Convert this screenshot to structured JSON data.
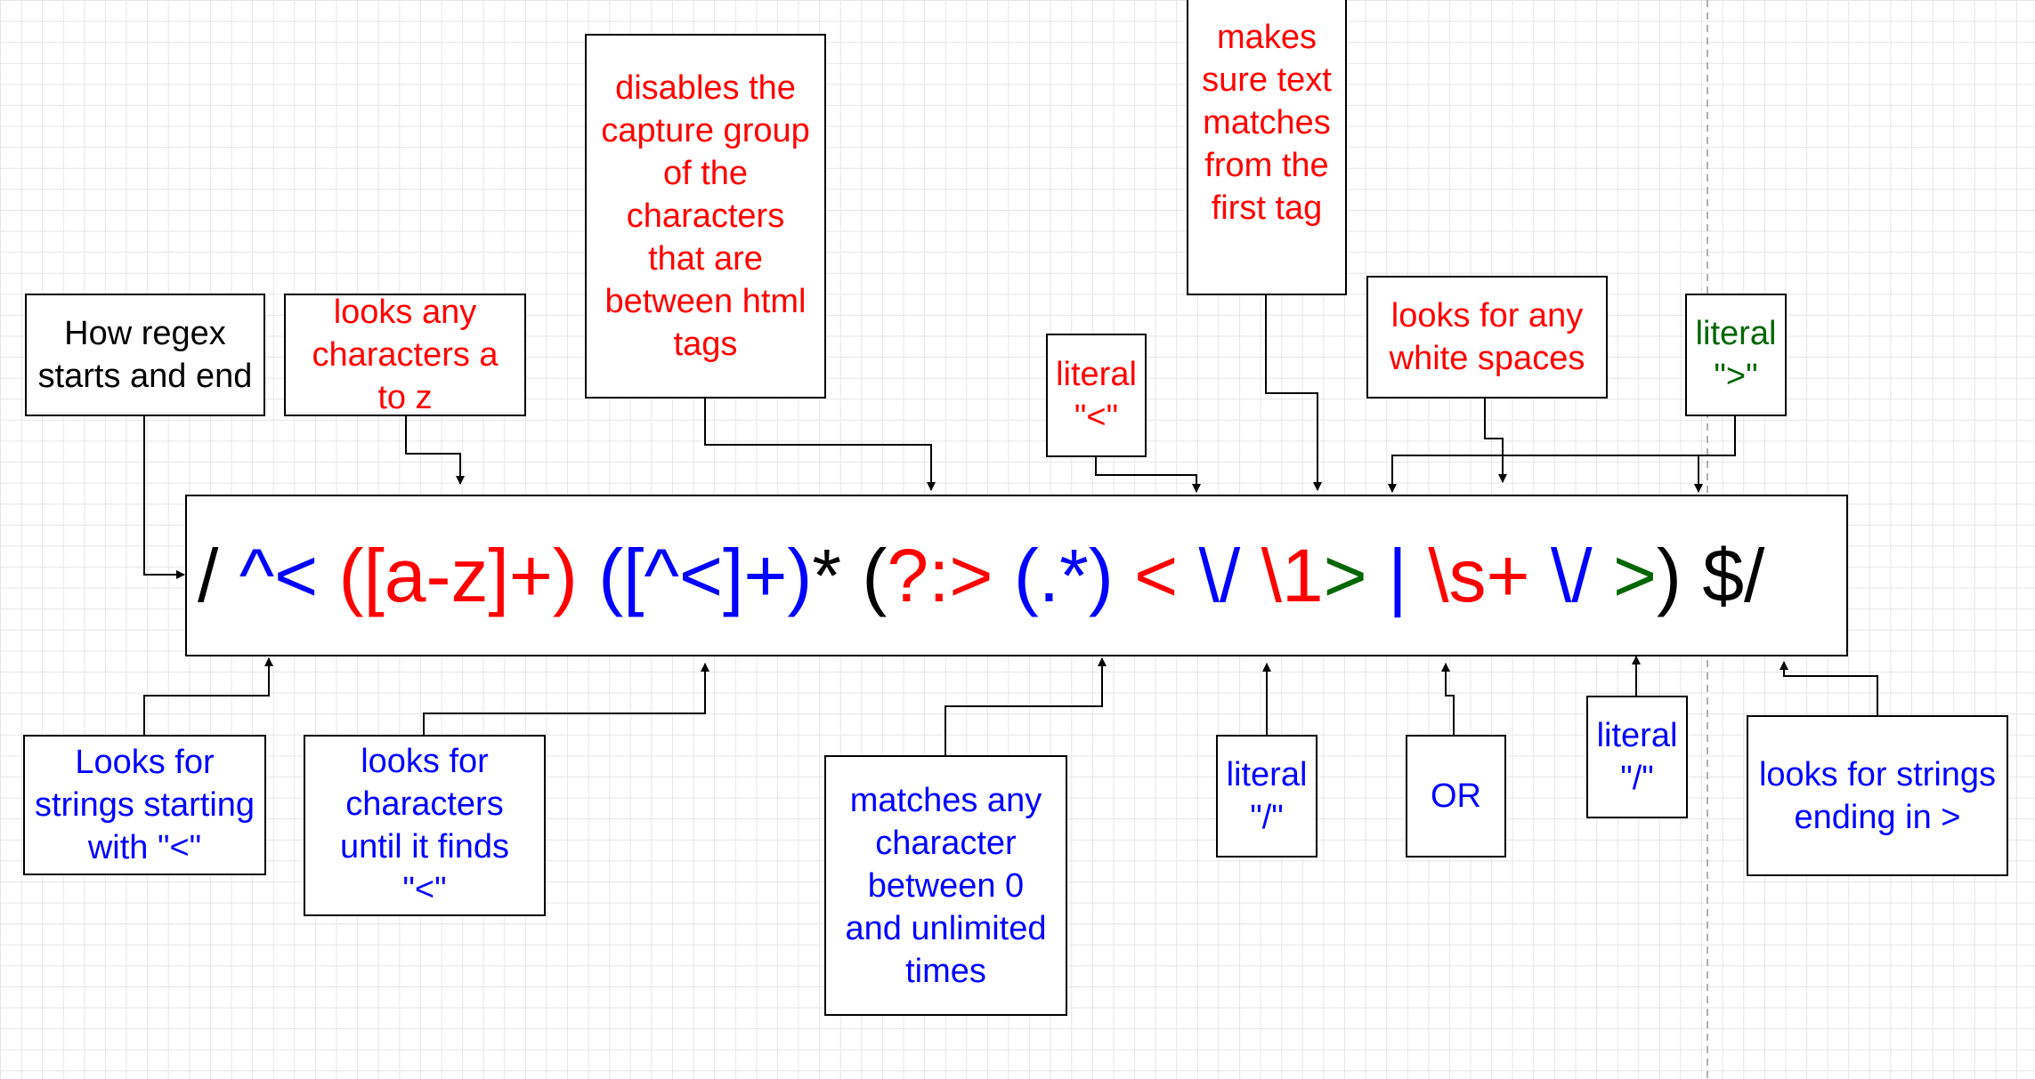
{
  "regex_tokens": [
    {
      "text": "/ ",
      "color": "#000000"
    },
    {
      "text": "^< ",
      "color": "#0000ff"
    },
    {
      "text": "([a-z]+) ",
      "color": "#ff0000"
    },
    {
      "text": "([^<]+)",
      "color": "#0000ff"
    },
    {
      "text": "* ",
      "color": "#000000"
    },
    {
      "text": "(",
      "color": "#000000"
    },
    {
      "text": "?:> ",
      "color": "#ff0000"
    },
    {
      "text": "(.*) ",
      "color": "#0000ff"
    },
    {
      "text": "< ",
      "color": "#ff0000"
    },
    {
      "text": "\\/ ",
      "color": "#0000ff"
    },
    {
      "text": "\\1",
      "color": "#ff0000"
    },
    {
      "text": "> ",
      "color": "#006600"
    },
    {
      "text": "| ",
      "color": "#0000ff"
    },
    {
      "text": "\\s+ ",
      "color": "#ff0000"
    },
    {
      "text": "\\/ ",
      "color": "#0000ff"
    },
    {
      "text": ">",
      "color": "#006600"
    },
    {
      "text": ") ",
      "color": "#000000"
    },
    {
      "text": "$/",
      "color": "#000000"
    }
  ],
  "annotations": {
    "starts_and_end": "How regex\nstarts and end",
    "a_to_z": "looks any\ncharacters a\nto z",
    "non_capture": "disables the\ncapture group\nof the\ncharacters\nthat are\nbetween html\ntags",
    "literal_lt": "literal\n\"<\"",
    "backreference": "makes\nsure text\nmatches\nfrom the\nfirst tag",
    "white_spaces": "looks for any\nwhite spaces",
    "literal_gt": "literal\n\">\"",
    "starting_with": "Looks for\nstrings starting\nwith \"<\"",
    "until_finds": "looks for\ncharacters\nuntil it finds\n\"<\"",
    "any_character": "matches any\ncharacter\nbetween 0\nand unlimited\ntimes",
    "literal_slash_1": "literal\n\"/\"",
    "or": "OR",
    "literal_slash_2": "literal\n\"/\"",
    "ending_in": "looks for strings\nending in >"
  },
  "colors": {
    "black": "#000000",
    "red": "#ff0000",
    "blue": "#0000ff",
    "green": "#006600",
    "grid": "#e6e6e6"
  }
}
